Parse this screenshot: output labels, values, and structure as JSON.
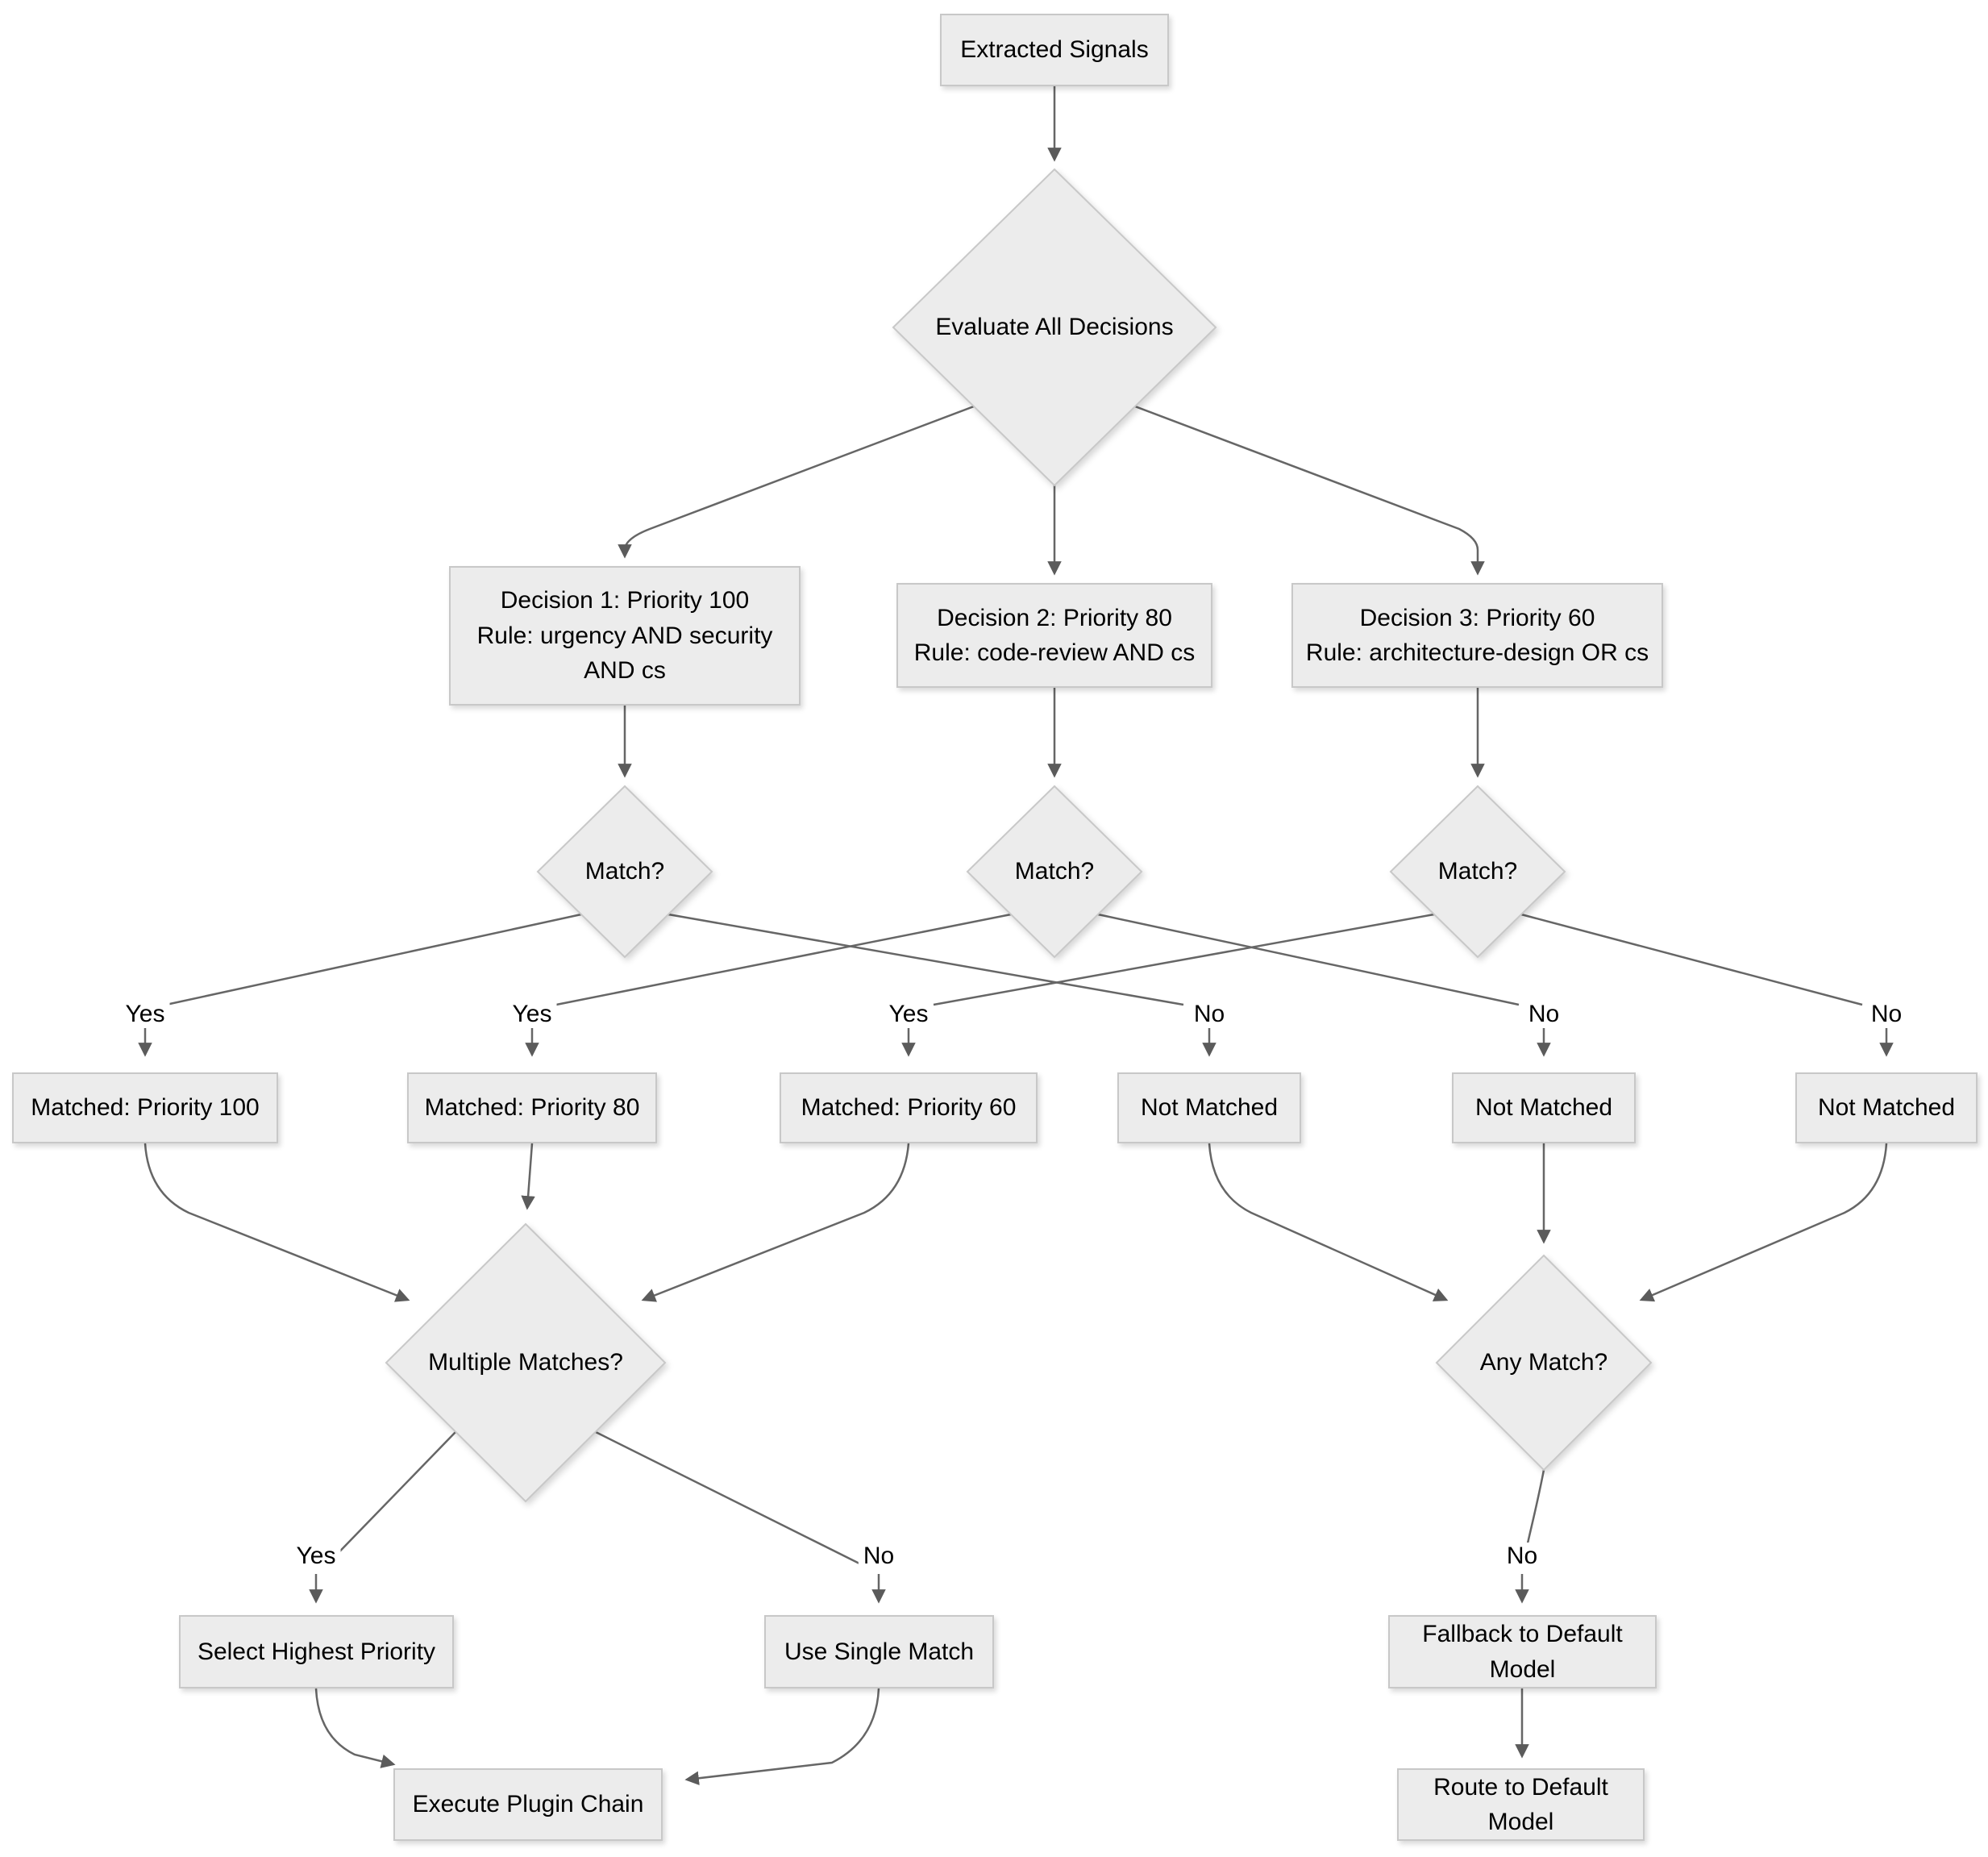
{
  "diagram": {
    "nodes": {
      "extracted": {
        "label": "Extracted Signals"
      },
      "evaluate": {
        "label": "Evaluate All Decisions"
      },
      "decision1": {
        "lines": [
          "Decision 1: Priority 100",
          "Rule: urgency AND security",
          "AND cs"
        ]
      },
      "decision2": {
        "lines": [
          "Decision 2: Priority 80",
          "Rule: code-review AND cs"
        ]
      },
      "decision3": {
        "lines": [
          "Decision 3: Priority 60",
          "Rule: architecture-design OR cs"
        ]
      },
      "match1": {
        "label": "Match?"
      },
      "match2": {
        "label": "Match?"
      },
      "match3": {
        "label": "Match?"
      },
      "matched100": {
        "label": "Matched: Priority 100"
      },
      "matched80": {
        "label": "Matched: Priority 80"
      },
      "matched60": {
        "label": "Matched: Priority 60"
      },
      "notmatched1": {
        "label": "Not Matched"
      },
      "notmatched2": {
        "label": "Not Matched"
      },
      "notmatched3": {
        "label": "Not Matched"
      },
      "multiple": {
        "label": "Multiple Matches?"
      },
      "anymatch": {
        "label": "Any Match?"
      },
      "select": {
        "label": "Select Highest Priority"
      },
      "single": {
        "label": "Use Single Match"
      },
      "fallback": {
        "label": "Fallback to Default Model"
      },
      "execute": {
        "label": "Execute Plugin Chain"
      },
      "route": {
        "label": "Route to Default Model"
      }
    },
    "edge_labels": {
      "match1_yes": "Yes",
      "match2_yes": "Yes",
      "match3_yes": "Yes",
      "match1_no": "No",
      "match2_no": "No",
      "match3_no": "No",
      "multiple_yes": "Yes",
      "multiple_no": "No",
      "anymatch_no": "No"
    },
    "colors": {
      "node_fill": "#ececec",
      "node_border": "#c8c8c8",
      "edge": "#666666",
      "arrowhead": "#5b5b5b",
      "text": "#000000",
      "background": "#ffffff"
    }
  }
}
